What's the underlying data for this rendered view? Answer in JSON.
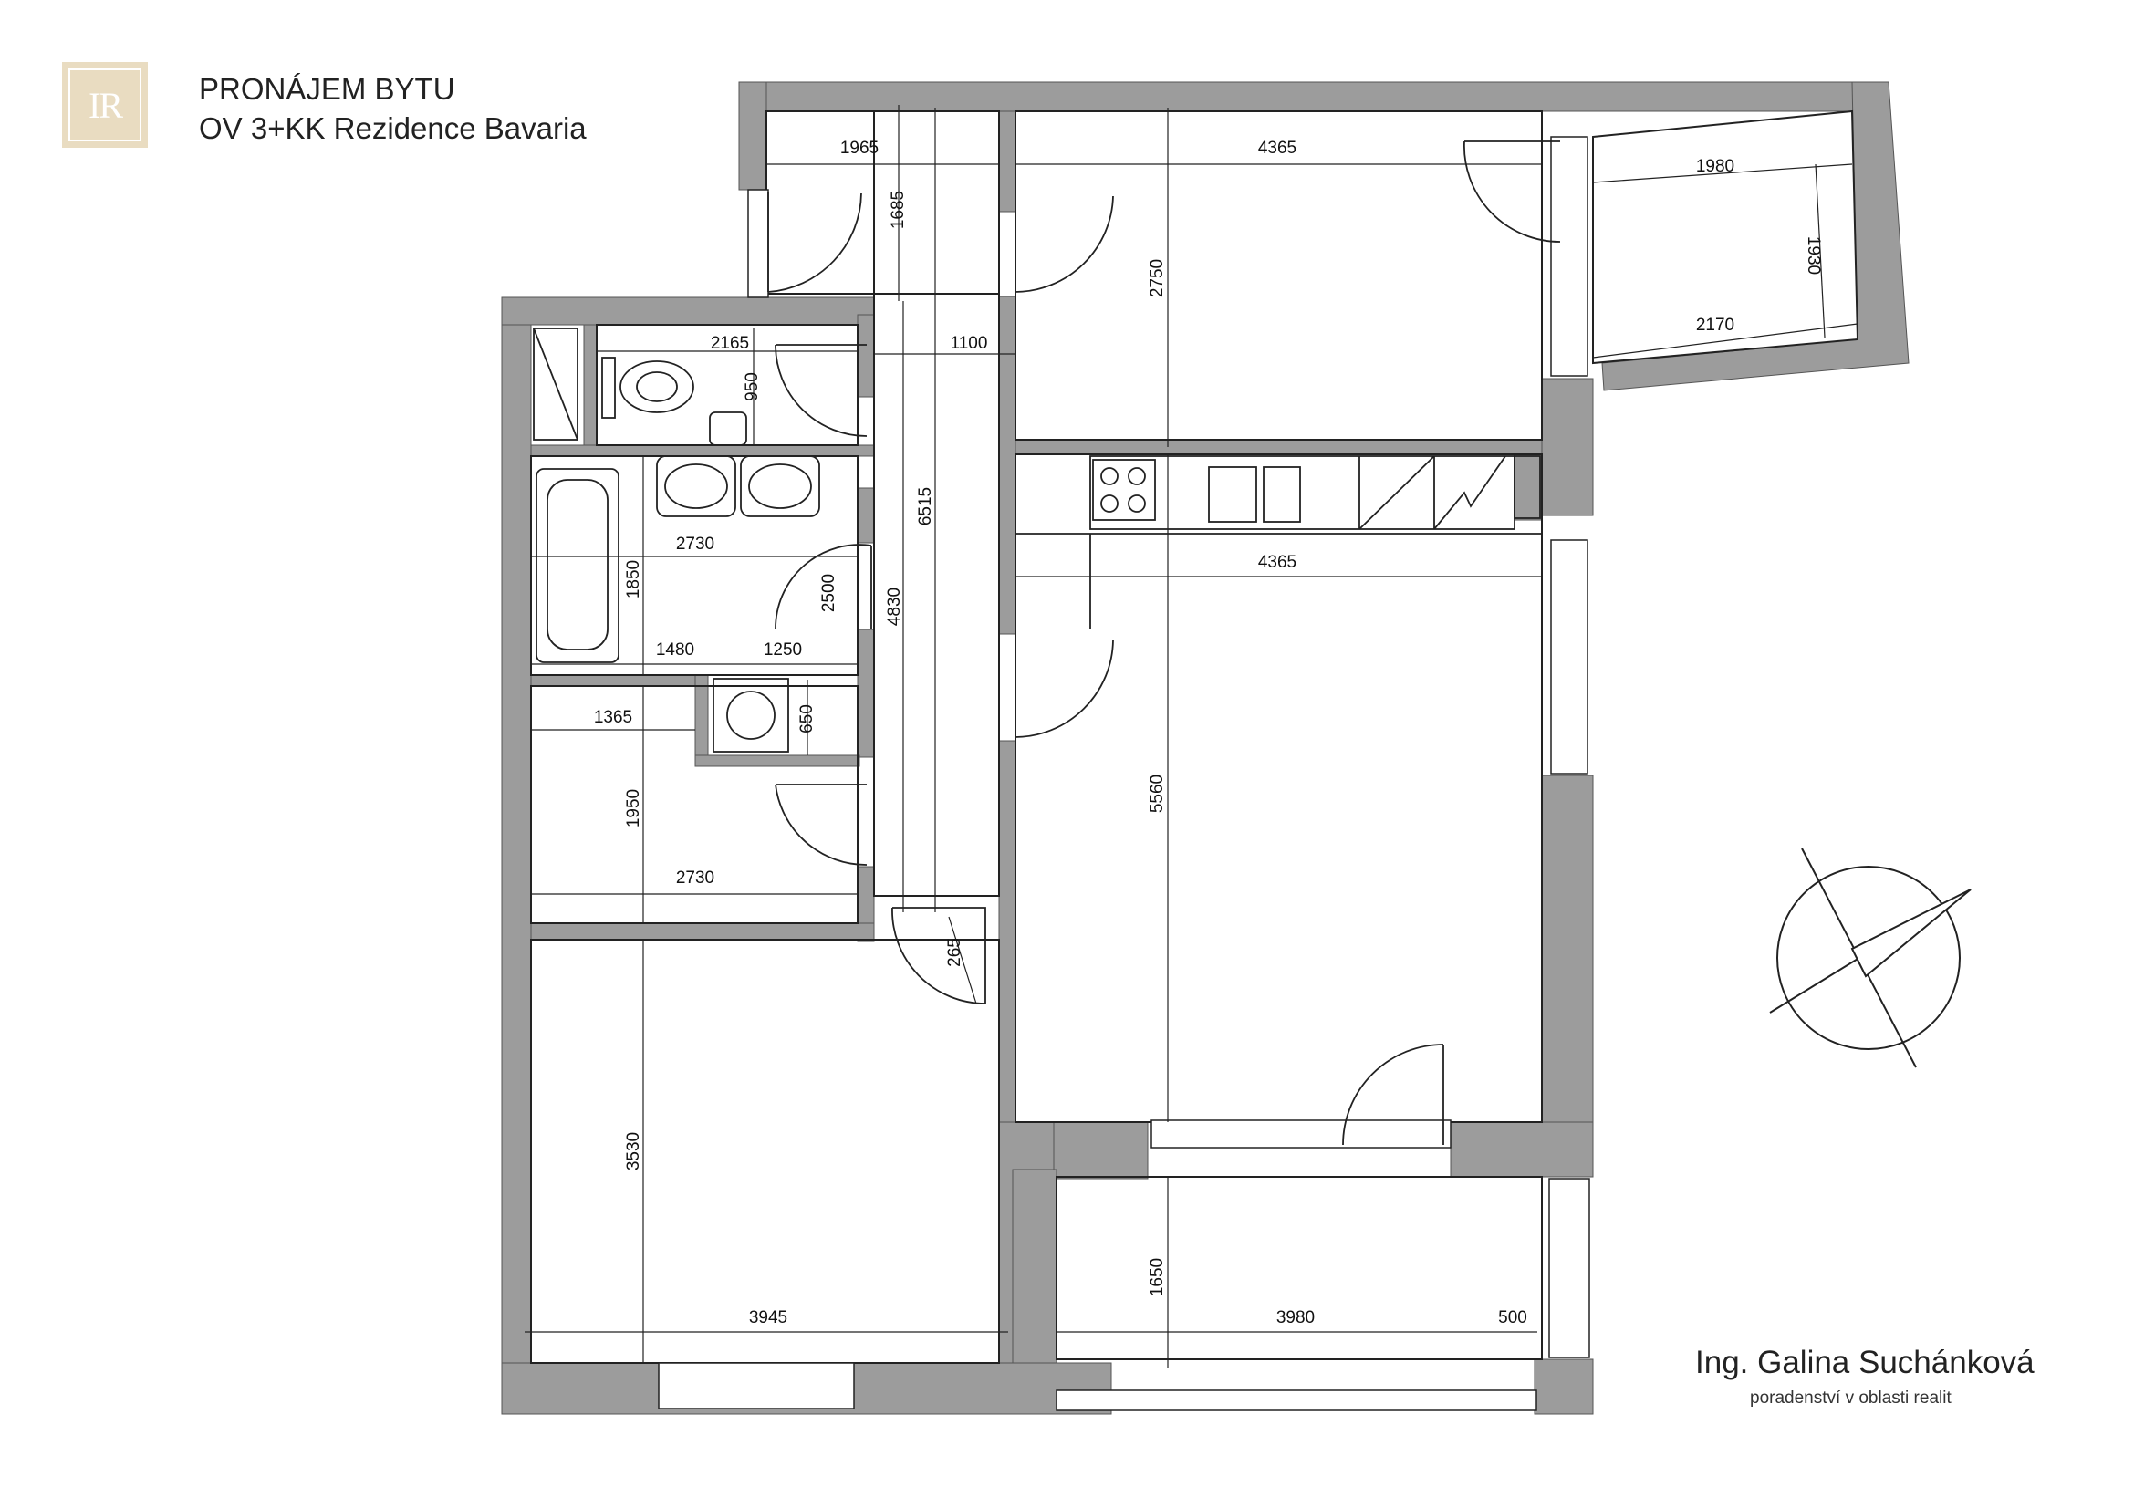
{
  "header": {
    "logo_text": "IR",
    "title_line1": "PRONÁJEM BYTU",
    "title_line2": "OV 3+KK Rezidence Bavaria"
  },
  "footer": {
    "author_name": "Ing. Galina Suchánková",
    "author_tagline": "poradenství v oblasti realit"
  },
  "dimensions": {
    "top_left_room_width": "1965",
    "top_left_room_depth": "1685",
    "bedroom_width": "4365",
    "bedroom_depth": "2750",
    "loggia_width": "1980",
    "loggia_depth": "1930",
    "loggia_outer_width": "2170",
    "wc_width": "2165",
    "wc_depth": "950",
    "hall_width": "1100",
    "hall_length": "6515",
    "hall_lower_length": "4830",
    "bathroom_width": "2730",
    "bathroom_depth": "1850",
    "bathroom_door_span": "2500",
    "bath_partition_a": "1480",
    "bath_partition_b": "1250",
    "laundry_depth": "650",
    "storage_width": "1365",
    "storage_depth": "1950",
    "storage_lower_width": "2730",
    "step_width": "265",
    "living_width": "4365",
    "living_depth": "5560",
    "room_sw_depth": "3530",
    "room_sw_width": "3945",
    "balcony_depth": "1650",
    "balcony_width": "3980",
    "balcony_edge": "500"
  },
  "colors": {
    "wall": "#9c9c9c",
    "line": "#222222",
    "logo_bg": "#e9dcc1"
  }
}
